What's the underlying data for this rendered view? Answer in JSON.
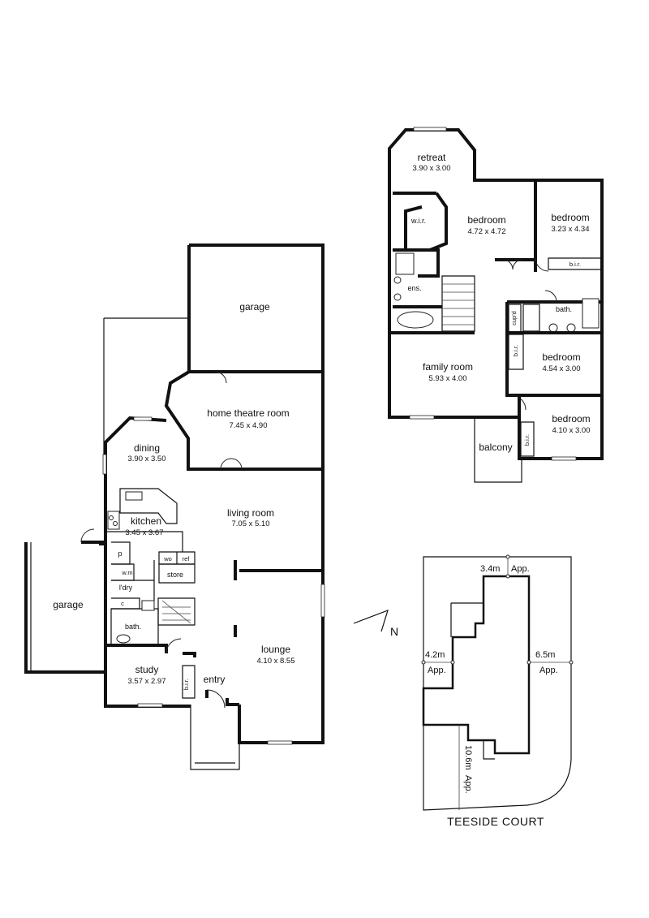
{
  "ground_floor": {
    "garage_main": {
      "label": "garage"
    },
    "home_theatre": {
      "label": "home theatre room",
      "dims": "7.45 x 4.90"
    },
    "dining": {
      "label": "dining",
      "dims": "3.90 x 3.50"
    },
    "living_room": {
      "label": "living room",
      "dims": "7.05 x 5.10"
    },
    "kitchen": {
      "label": "kitchen",
      "dims": "3.45 x 3.67"
    },
    "garage_side": {
      "label": "garage"
    },
    "pantry": {
      "label": "p"
    },
    "wm": {
      "label": "w.m"
    },
    "laundry": {
      "label": "l'dry"
    },
    "wo": {
      "label": "wo"
    },
    "ref": {
      "label": "ref"
    },
    "store": {
      "label": "store"
    },
    "cupboard": {
      "label": "c"
    },
    "bath": {
      "label": "bath."
    },
    "lounge": {
      "label": "lounge",
      "dims": "4.10 x 8.55"
    },
    "study": {
      "label": "study",
      "dims": "3.57 x 2.97"
    },
    "bir": {
      "label": "b.i.r."
    },
    "entry": {
      "label": "entry"
    }
  },
  "first_floor": {
    "retreat": {
      "label": "retreat",
      "dims": "3.90 x 3.00"
    },
    "wir": {
      "label": "w.i.r."
    },
    "master_bedroom": {
      "label": "bedroom",
      "dims": "4.72 x 4.72"
    },
    "bedroom_2": {
      "label": "bedroom",
      "dims": "3.23 x 4.34"
    },
    "bir_1": {
      "label": "b.i.r."
    },
    "ens": {
      "label": "ens."
    },
    "bath": {
      "label": "bath."
    },
    "cupd": {
      "label": "cup'd"
    },
    "bir_2": {
      "label": "b.i.r."
    },
    "bedroom_3": {
      "label": "bedroom",
      "dims": "4.54 x 3.00"
    },
    "family_room": {
      "label": "family room",
      "dims": "5.93 x 4.00"
    },
    "bedroom_4": {
      "label": "bedroom",
      "dims": "4.10 x 3.00"
    },
    "bir_3": {
      "label": "b.i.r."
    },
    "balcony": {
      "label": "balcony"
    }
  },
  "north_arrow": {
    "label": "N"
  },
  "site_plan": {
    "front_setback": {
      "value": "3.4m",
      "note": "App."
    },
    "left_setback": {
      "value": "4.2m",
      "note": "App."
    },
    "right_setback": {
      "value": "6.5m",
      "note": "App."
    },
    "rear_setback": {
      "value": "10.6m",
      "note": "App."
    },
    "street": "TEESIDE COURT"
  }
}
